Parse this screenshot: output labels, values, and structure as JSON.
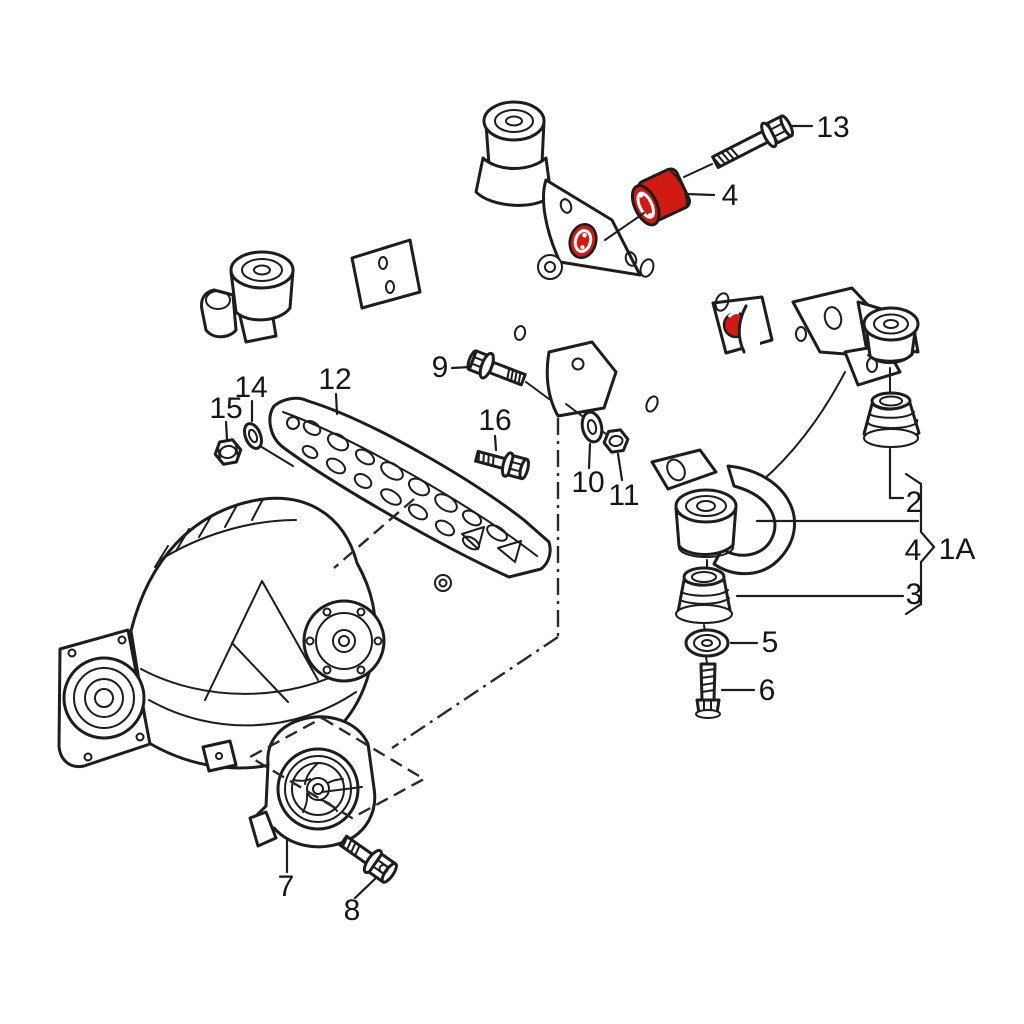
{
  "diagram": {
    "background": "#ffffff",
    "line_color": "#1d1d1d",
    "highlight_color": "#d11a12",
    "highlighted_part_number": "4"
  },
  "labels": {
    "part13": "13",
    "part4_top": "4",
    "part12": "12",
    "part14": "14",
    "part15": "15",
    "part9": "9",
    "part16": "16",
    "part10": "10",
    "part11": "11",
    "part2": "2",
    "part4_right": "4",
    "group1A": "1A",
    "part3": "3",
    "part5": "5",
    "part6": "6",
    "part7": "7",
    "part8": "8"
  }
}
